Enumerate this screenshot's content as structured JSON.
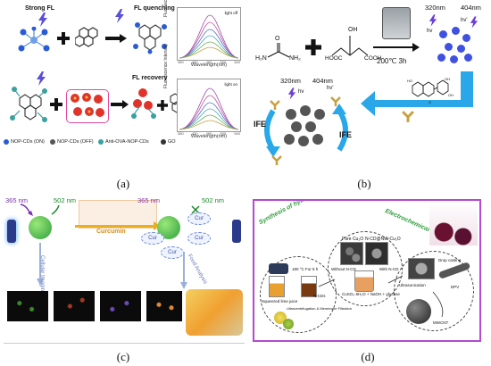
{
  "panel_a": {
    "caption": "(a)",
    "strong_fl": "Strong FL",
    "fl_quenching": "FL quenching",
    "fl_recovery": "FL recovery",
    "spec_ylabel": "Fluorescence Intensity",
    "spec_xlabel": "Wavelength(nm)",
    "spec1_note": "light off",
    "spec2_note": "light on",
    "ticks": [
      "380",
      "400",
      "420",
      "440",
      "460",
      "480",
      "500",
      "520",
      "540",
      "560"
    ],
    "legend": {
      "nop_on": "NOP-CDs (ON)",
      "nop_off": "NOP-CDs (OFF)",
      "anti_ova": "Anti-OVA-NOP-CDs",
      "go": "GO"
    },
    "colors": {
      "nop": "#2a5bd7",
      "go": "#333333",
      "ova": "#e0342a",
      "arrow": "#1a1a1a"
    }
  },
  "panel_b": {
    "caption": "(b)",
    "wl_excite_top": "320nm",
    "wl_emit_top": "404nm",
    "hv1": "hv",
    "hv2": "hv'",
    "condition": "200℃  3h",
    "wl_excite_low": "320nm",
    "wl_emit_low": "404nm",
    "hv3": "hv",
    "hv4": "hv'",
    "ife_left": "IFE",
    "ife_right": "IFE",
    "urea_nh2_left": "H₂N",
    "urea_nh2_right": "NH₂",
    "urea_o": "O",
    "malic_oh": "OH",
    "malic_cooh_left": "HOOC",
    "malic_cooh_right": "COOH",
    "colors": {
      "cd": "#3f51e0",
      "arrow": "#2aa7e8",
      "nanoparticle": "#555555"
    }
  },
  "panel_c": {
    "caption": "(c)",
    "wl_365_left": "365 nm",
    "wl_502_left": "502 nm",
    "curcumin": "Curcumin",
    "wl_365_right": "365 nm",
    "wl_502_right": "502 nm",
    "cur": "Cur",
    "cellular_imaging": "Cellular Imaging",
    "food_analysis": "Food Analysis",
    "colors": {
      "cd": "#2e9e3a",
      "curcumin": "#e8b020",
      "vial": "#2c3a8c"
    }
  },
  "panel_d": {
    "caption": "(d)",
    "synthesis_title": "Synthesis of hybrid composite material",
    "electrochem_title": "Electrochemical application",
    "pure_cu2o": "Pure Cu₂O",
    "ncd_cu2o": "N-CD@NW-Cu₂O",
    "temp_time": "180 °C For 5 h",
    "squeezed_lime": "Squeezed lime juice",
    "n_cds_label": "N-CDs",
    "ultracentrifugation": "Ultracentrifugation & Membrane Filtration",
    "without_ncd": "Without N-CD",
    "with_ncd": "With N-CD",
    "cuso4_label": "CuSO₄·5H₂O + NaOH + glucose",
    "ultrasonication": "Ultrasonication",
    "drop_casting": "Drop casting",
    "dpv": "DPV",
    "mwcnt": "MWCNT",
    "frame_color": "#b44ad0"
  }
}
